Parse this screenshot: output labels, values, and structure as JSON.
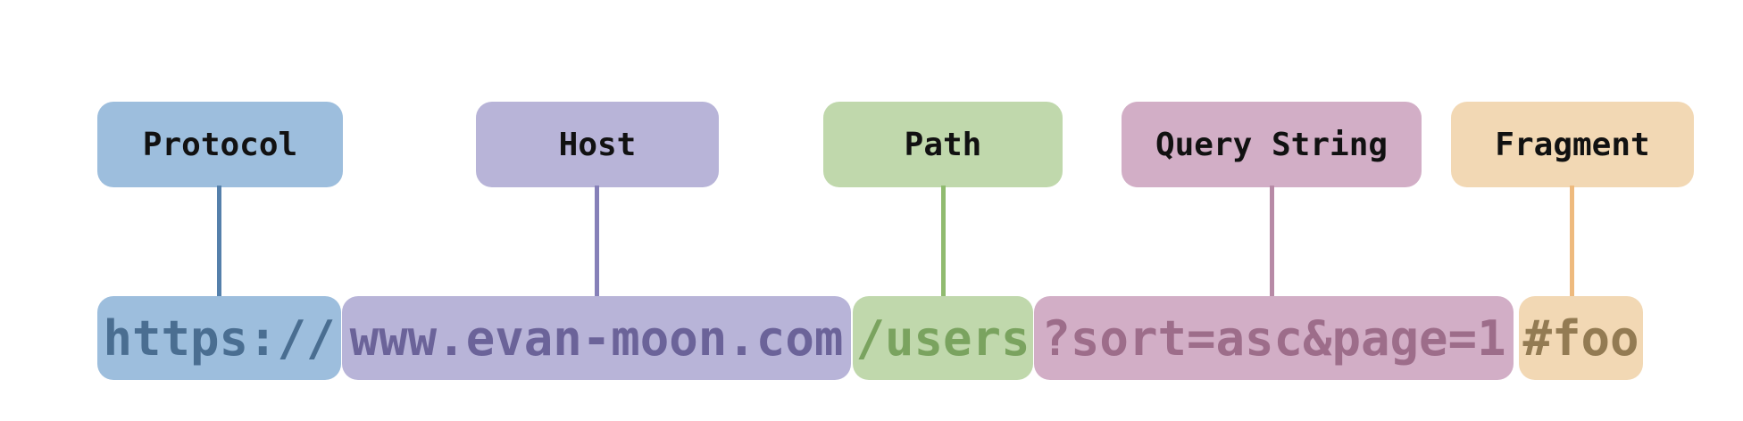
{
  "figure": {
    "background": "#ffffff",
    "label_text_color": "#111111",
    "full_url": "https://www.evan-moon.com/users?sort=asc&page=1#foo"
  },
  "parts": [
    {
      "name": "protocol",
      "label": "Protocol",
      "value": "https://",
      "fill": "#9dbedd",
      "value_color": "#4a6e91",
      "line_color": "#5580ab"
    },
    {
      "name": "host",
      "label": "Host",
      "value": "www.evan-moon.com",
      "fill": "#b8b4d8",
      "value_color": "#6b6399",
      "line_color": "#8680b8"
    },
    {
      "name": "path",
      "label": "Path",
      "value": "/users",
      "fill": "#c0d8ac",
      "value_color": "#7aa35f",
      "line_color": "#90bb6f"
    },
    {
      "name": "query-string",
      "label": "Query String",
      "value": "?sort=asc&page=1",
      "fill": "#d2aec6",
      "value_color": "#9d6d8a",
      "line_color": "#b78aa6"
    },
    {
      "name": "fragment",
      "label": "Fragment",
      "value": "#foo",
      "fill": "#f2d8b4",
      "value_color": "#937b53",
      "line_color": "#eeba7e"
    }
  ]
}
